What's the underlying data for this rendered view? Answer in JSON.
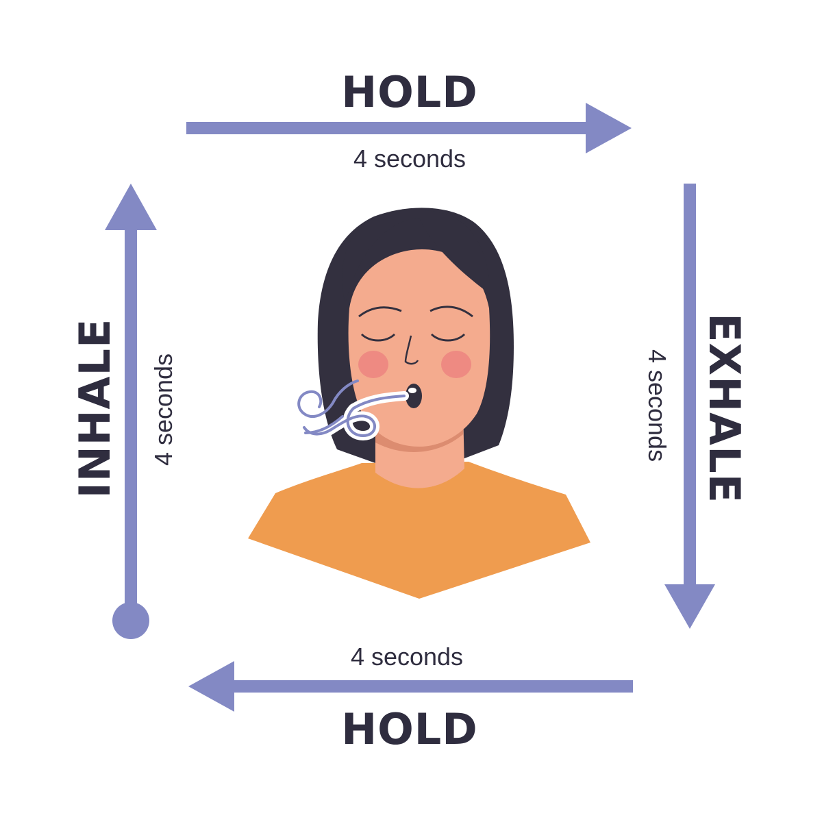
{
  "steps": {
    "top": {
      "label": "HOLD",
      "duration": "4 seconds"
    },
    "right": {
      "label": "EXHALE",
      "duration": "4 seconds"
    },
    "bottom": {
      "label": "HOLD",
      "duration": "4 seconds"
    },
    "left": {
      "label": "INHALE",
      "duration": "4 seconds"
    }
  },
  "colors": {
    "arrow": "#8389c4",
    "text": "#2f2d3f",
    "hair": "#33303f",
    "skin": "#f4ab8e",
    "neck_shadow": "#dc8c70",
    "cheek": "#ee8a82",
    "shirt": "#ef9c4f",
    "breath": "#8389c4"
  },
  "icons": {
    "person": "woman-exhaling-icon",
    "breath": "breath-swirl-icon"
  }
}
